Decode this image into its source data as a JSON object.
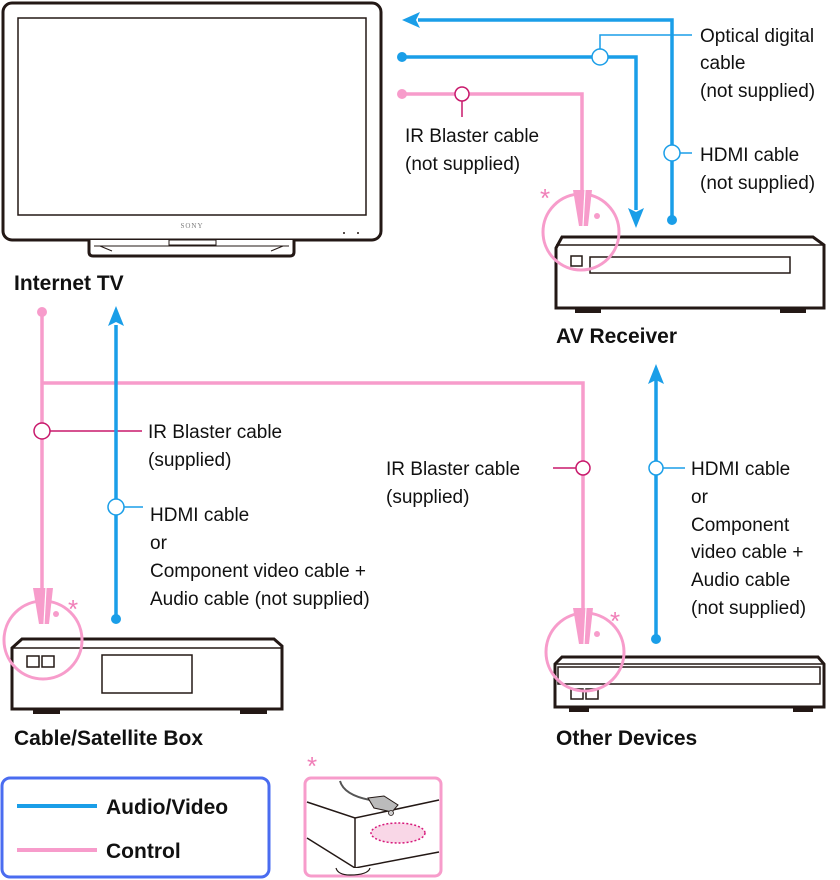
{
  "colors": {
    "audio_video": "#1a9ee8",
    "control": "#f79ccb",
    "ir_label_marker": "#c8186b",
    "legend_border": "#4a6cf0",
    "device_outline": "#231815"
  },
  "devices": {
    "tv": {
      "label": "Internet TV",
      "brand": "SONY"
    },
    "av_receiver": {
      "label": "AV Receiver"
    },
    "cable_box": {
      "label": "Cable/Satellite Box"
    },
    "other_devices": {
      "label": "Other Devices"
    }
  },
  "cables": {
    "optical": {
      "lines": [
        "Optical digital",
        "cable",
        "(not supplied)"
      ]
    },
    "hdmi_receiver": {
      "lines": [
        "HDMI cable",
        "(not supplied)"
      ]
    },
    "ir_receiver": {
      "lines": [
        "IR Blaster cable",
        "(not  supplied)"
      ]
    },
    "ir_cable_box": {
      "lines": [
        "IR Blaster cable",
        "(supplied)"
      ]
    },
    "hdmi_cable_box": {
      "lines": [
        "HDMI cable",
        "or",
        "Component video cable +",
        "Audio cable (not supplied)"
      ]
    },
    "ir_other": {
      "lines": [
        "IR Blaster cable",
        "(supplied)"
      ]
    },
    "hdmi_other": {
      "lines": [
        "HDMI cable",
        "or",
        "Component",
        "video cable +",
        "Audio cable",
        "(not supplied)"
      ]
    }
  },
  "markers": {
    "asterisk": "*"
  },
  "legend": {
    "items": [
      {
        "label": "Audio/Video",
        "type": "audio_video"
      },
      {
        "label": "Control",
        "type": "control"
      }
    ]
  },
  "inset": {
    "note_marker": "*",
    "icon": "ir-blaster-placement-icon"
  }
}
